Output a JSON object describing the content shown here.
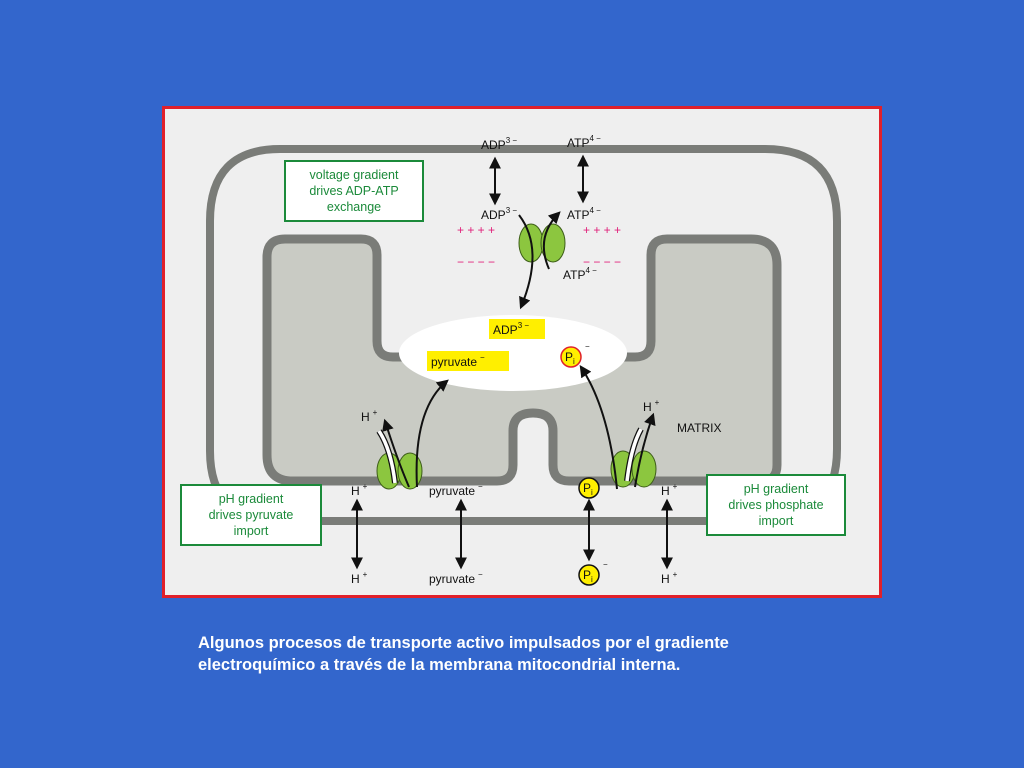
{
  "colors": {
    "background": "#3366cc",
    "frame_border": "#e0202a",
    "membrane": "#7a7c78",
    "matrix": "#c9cbc4",
    "transporter": "#8cc63f",
    "label_box": "#1b8a3a",
    "charge": "#e0207a",
    "highlight": "#ffef00"
  },
  "diagram": {
    "box_voltage": [
      "voltage gradient",
      "drives ADP-ATP",
      "exchange"
    ],
    "box_pyruvate": [
      "pH gradient",
      "drives pyruvate",
      "import"
    ],
    "box_phosphate": [
      "pH gradient",
      "drives phosphate",
      "import"
    ],
    "adp": "ADP",
    "atp": "ATP",
    "charge_adp": "3 −",
    "charge_atp": "4 −",
    "plus_signs_left": "+ + + +",
    "plus_signs_right": "+ + + +",
    "minus_signs_left": "− − − −",
    "minus_signs_right": "− − − −",
    "proton": "H",
    "proton_charge": "+",
    "pyruvate": "pyruvate",
    "minus": "−",
    "phosphate_letter": "P",
    "phosphate_sub": "i",
    "matrix_label": "MATRIX"
  },
  "caption": {
    "line1": "Algunos procesos de transporte activo impulsados por el gradiente",
    "line2": "electroquímico a través de la membrana mitocondrial interna."
  }
}
